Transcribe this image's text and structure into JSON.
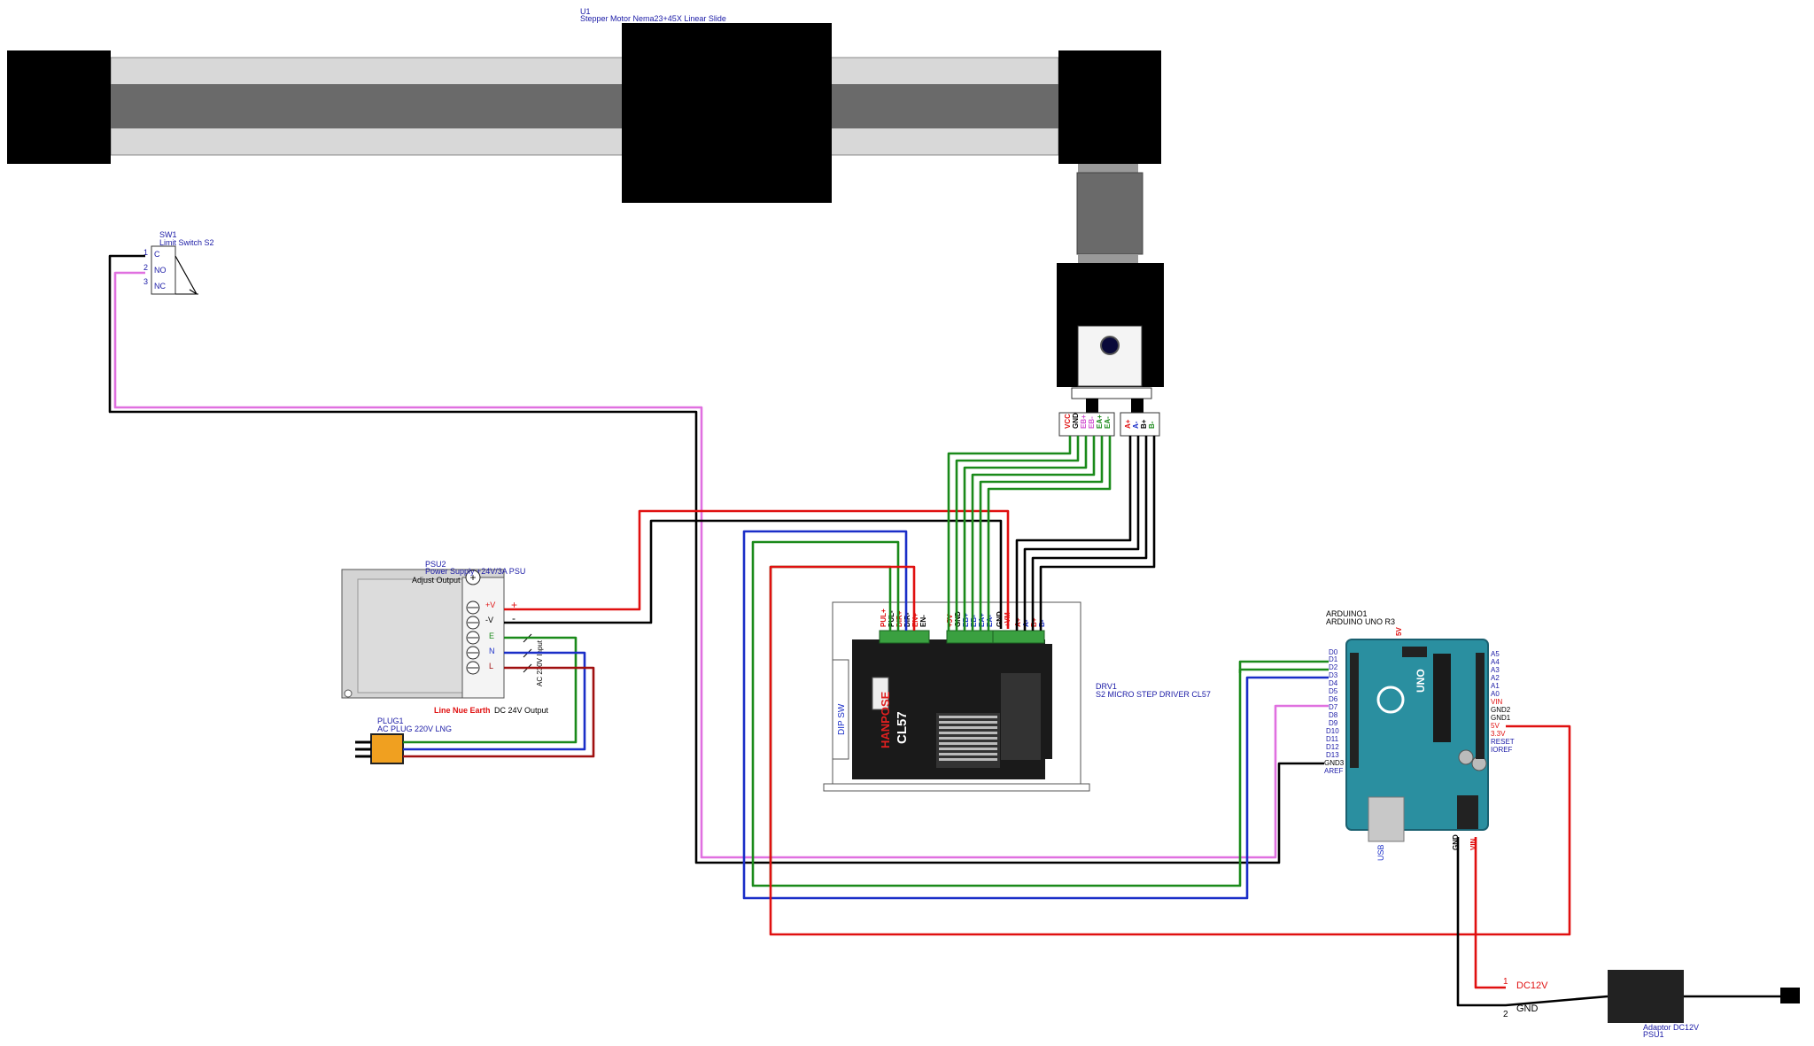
{
  "linear_slide": {
    "ref": "U1",
    "name": "Stepper Motor Nema23+45X Linear Slide"
  },
  "limit_switch": {
    "ref": "SW1",
    "name": "Limit Switch S2",
    "pins": [
      {
        "num": "1",
        "label": "C"
      },
      {
        "num": "2",
        "label": "NO"
      },
      {
        "num": "3",
        "label": "NC"
      }
    ]
  },
  "power_supply": {
    "ref": "PSU2",
    "name": "Power Supply +24V/3A PSU",
    "adjust_label": "Adjust Output",
    "terminals": [
      "+V",
      "-V",
      "E",
      "N",
      "L"
    ],
    "input_label": "AC 230V Input",
    "legend_colored": "Line Nue Earth",
    "legend_plain": "DC 24V Output"
  },
  "plug": {
    "ref": "PLUG1",
    "name": "AC PLUG 220V LNG"
  },
  "driver": {
    "ref": "DRV1",
    "name": "S2 MICRO STEP DRIVER CL57",
    "pins_left": [
      "PUL+",
      "PUL-",
      "DIR+",
      "DIR-",
      "EN+",
      "EN-"
    ],
    "pins_mid": [
      "+5V",
      "GND",
      "EB+",
      "EB-",
      "EA+",
      "EA-"
    ],
    "pins_right": [
      "GND",
      "+VM",
      "A+",
      "A-",
      "B+",
      "B-"
    ],
    "brand": "HANPOSE",
    "model": "CL57",
    "dip_label": "DIP SW"
  },
  "motor_connectors": {
    "encoder": [
      "VCC",
      "GND",
      "EB+",
      "EB-",
      "EA+",
      "EA-"
    ],
    "phase": [
      "A+",
      "A-",
      "B+",
      "B-"
    ]
  },
  "arduino": {
    "ref": "ARDUINO1",
    "name": "ARDUINO UNO R3",
    "left_pins": [
      "D0",
      "D1",
      "D2",
      "D3",
      "D4",
      "D5",
      "D6",
      "D7",
      "D8",
      "D9",
      "D10",
      "D11",
      "D12",
      "D13",
      "GND3",
      "AREF"
    ],
    "right_pins": [
      "A5",
      "A4",
      "A3",
      "A2",
      "A1",
      "A0",
      "VIN",
      "GND2",
      "GND1",
      "5V",
      "3.3V",
      "RESET",
      "IOREF"
    ],
    "top_label": "5V",
    "usb_label": "USB",
    "board_text": "UNO",
    "vin_label": "VIN",
    "gnd_label": "GND"
  },
  "adaptor": {
    "ref": "PSU1",
    "name": "Adaptor DC12V",
    "pin1": "1",
    "pin1_label": "DC12V",
    "pin2": "2",
    "pin2_label": "GND"
  },
  "colors": {
    "red": "#e01010",
    "black": "#000000",
    "green": "#1a8a1a",
    "blue": "#1a2ec8",
    "pink": "#e070e0",
    "dark_red": "#a01010",
    "board_teal": "#2a8fa0"
  }
}
